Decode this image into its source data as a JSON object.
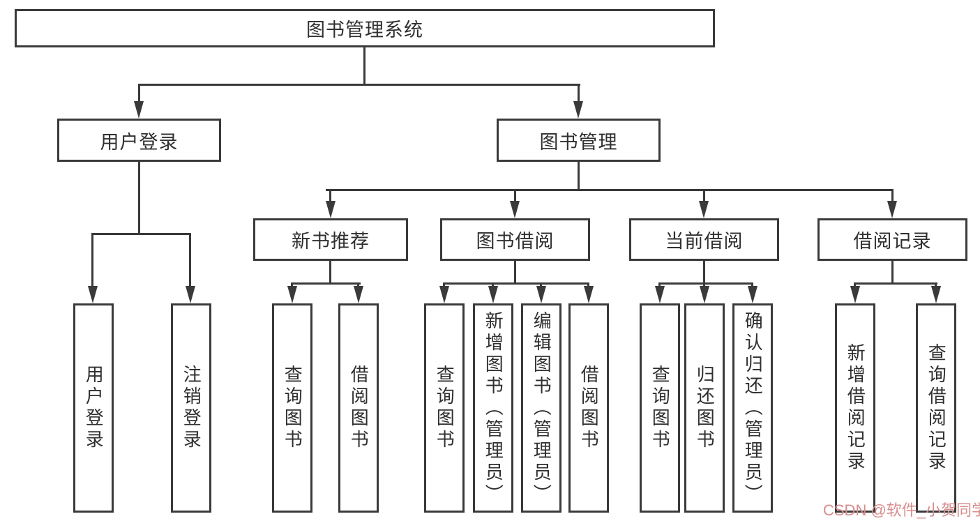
{
  "nodes": {
    "root": "图书管理系统",
    "user_login": "用户登录",
    "book_mgmt": "图书管理",
    "new_book_rec": "新书推荐",
    "book_borrow": "图书借阅",
    "current_borrow": "当前借阅",
    "borrow_records": "借阅记录",
    "user_login_children": [
      "用户登录",
      "注销登录"
    ],
    "new_book_rec_children": [
      "查询图书",
      "借阅图书"
    ],
    "book_borrow_children": [
      "查询图书",
      "新增图书（管理员）",
      "编辑图书（管理员）",
      "借阅图书"
    ],
    "current_borrow_children": [
      "查询图书",
      "归还图书",
      "确认归还（管理员）"
    ],
    "borrow_records_children": [
      "新增借阅记录",
      "查询借阅记录"
    ]
  },
  "watermark": "CSDN @软件_小贺同学",
  "colors": {
    "line": "#3a3a3a",
    "text": "#2f2f2f",
    "watermark": "#d98c8c",
    "background": "#ffffff"
  }
}
